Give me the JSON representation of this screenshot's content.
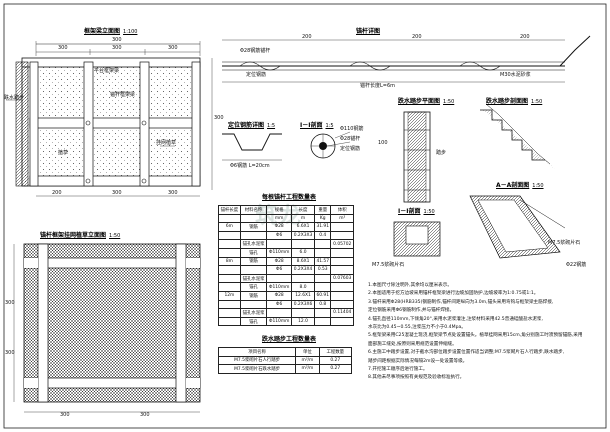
{
  "titles": {
    "frame_elevation": "框架梁立面图",
    "frame_scale": "1:100",
    "anchor_detail": "锚杆详图",
    "drain_plan": "跌水踏步平面图",
    "drain_plan_scale": "1:50",
    "drain_section": "跌水踏步剖面图",
    "drain_section_scale": "1:50",
    "rebar_detail": "定位钢筋详图",
    "rebar_scale": "1:5",
    "section_11": "I－I剖面",
    "section_11_scale": "1:5",
    "section_11b": "I－I剖面",
    "section_11b_scale": "1:50",
    "section_aa": "A－A剖面图",
    "section_aa_scale": "1:50",
    "mesh_plan": "锚杆框架挂网植草立面图",
    "mesh_scale": "1:50",
    "anchor_table": "每根锚杆工程数量表",
    "drain_table": "跌水踏步工程数量表"
  },
  "frame_labels": {
    "top_dim": "300",
    "sub_dims": [
      "300",
      "300",
      "300"
    ],
    "side_dim": "300",
    "top_beam": "平台框架梁",
    "left_label": "跌水踏步",
    "anchor_label": "锚杆框架梁",
    "cell_a": "植草",
    "cell_b": "挂网植草",
    "bottom_dims": [
      "200",
      "300",
      "300"
    ]
  },
  "anchor_labels": {
    "bar": "Φ28钢筋锚杆",
    "steel": "定位钢筋",
    "grout": "M30水泥砂浆",
    "len": "锚杆长度L=6m",
    "dims": [
      "200",
      "200",
      "200"
    ]
  },
  "rebar_labels": {
    "dim": "Φ6钢筋 L=20cm",
    "d1": "Φ110钢筋",
    "d2": "Φ28锚杆",
    "d3": "定位钢筋"
  },
  "drain_labels": {
    "left": "M7.5浆砌片石",
    "dim": "100",
    "step": "踏步"
  },
  "aa_labels": {
    "a1": "M7.5浆砌片石",
    "a2": "Φ22钢筋"
  },
  "mesh_labels": {
    "dims": [
      "300",
      "300",
      "300",
      "300"
    ]
  },
  "anchor_table": {
    "headers": [
      "锚杆长度",
      "材料名称",
      "规格",
      "长度",
      "重量",
      "体积"
    ],
    "units": [
      "mm",
      "m",
      "Kg",
      "m³"
    ],
    "rows": [
      [
        "6m",
        "钢筋",
        "Φ28",
        "6.6X1",
        "31.91",
        ""
      ],
      [
        "",
        "",
        "Φ6",
        "0.2X3X3",
        "0.4",
        ""
      ],
      [
        "",
        "锚孔水泥浆",
        "",
        "",
        "",
        "0.05702"
      ],
      [
        "",
        "锚孔",
        "Φ110mm",
        "6.0",
        "",
        ""
      ],
      [
        "8m",
        "钢筋",
        "Φ28",
        "8.6X1",
        "41.57",
        ""
      ],
      [
        "",
        "",
        "Φ6",
        "0.2X3X4",
        "0.53",
        ""
      ],
      [
        "",
        "锚孔水泥浆",
        "",
        "",
        "",
        "0.07603"
      ],
      [
        "",
        "锚孔",
        "Φ110mm",
        "8.0",
        "",
        ""
      ],
      [
        "12m",
        "钢筋",
        "Φ28",
        "12.6X1",
        "60.91",
        ""
      ],
      [
        "",
        "",
        "Φ6",
        "0.2X3X6",
        "0.8",
        ""
      ],
      [
        "",
        "锚孔水泥浆",
        "",
        "",
        "",
        "0.11404"
      ],
      [
        "",
        "锚孔",
        "Φ110mm",
        "12.0",
        "",
        ""
      ]
    ]
  },
  "drain_table": {
    "headers": [
      "项目名称",
      "单位",
      "工程数量"
    ],
    "rows": [
      [
        "M7.5浆砌片石人行踏步",
        "m³/m",
        "0.27"
      ],
      [
        "M7.5浆砌片石跌水踏步",
        "m³/m",
        "0.27"
      ]
    ]
  },
  "notes": [
    "1.本图尺寸除注明外,其余均以厘米表示。",
    "2.本图适用于挖方边坡采用锚杆框架梁进行边坡加固防护,边坡坡率为1:0.75或1:1。",
    "3.锚杆采用Φ28(HRB335)钢筋制作,锚杆间距纵向为3.0m,锚头采用弯钩与框架梁主筋焊接,",
    "  定位钢筋采用Φ6钢筋制作,并与锚杆焊接。",
    "4.锚孔直径110mm,下倾角20°,采用水泥浆灌注,注浆材料采用42.5普通硅酸盐水泥浆,",
    "  水灰比为0.45~0.55,注浆压力不小于0.4Mpa。",
    "5.框架梁采用C25混凝土现浇,框架梁节点处设置锚头。植草挂网采用15cm,角分别施工时须预留锚筋,采用",
    "  面部施工缝处,按原则采用规范设置伸缩缝。",
    "6.主施工中踏步设置,对于截水沟部位踏步设置位置作适当调整;M7.5浆砌片石人行踏步,跌水踏步,",
    "  踏步间距根据实际情况每隔2m设一处设置等级。",
    "7.开挖施工顺序后进行施工。",
    "8.其他未尽事项按照有关规范及验收标准执行。"
  ]
}
